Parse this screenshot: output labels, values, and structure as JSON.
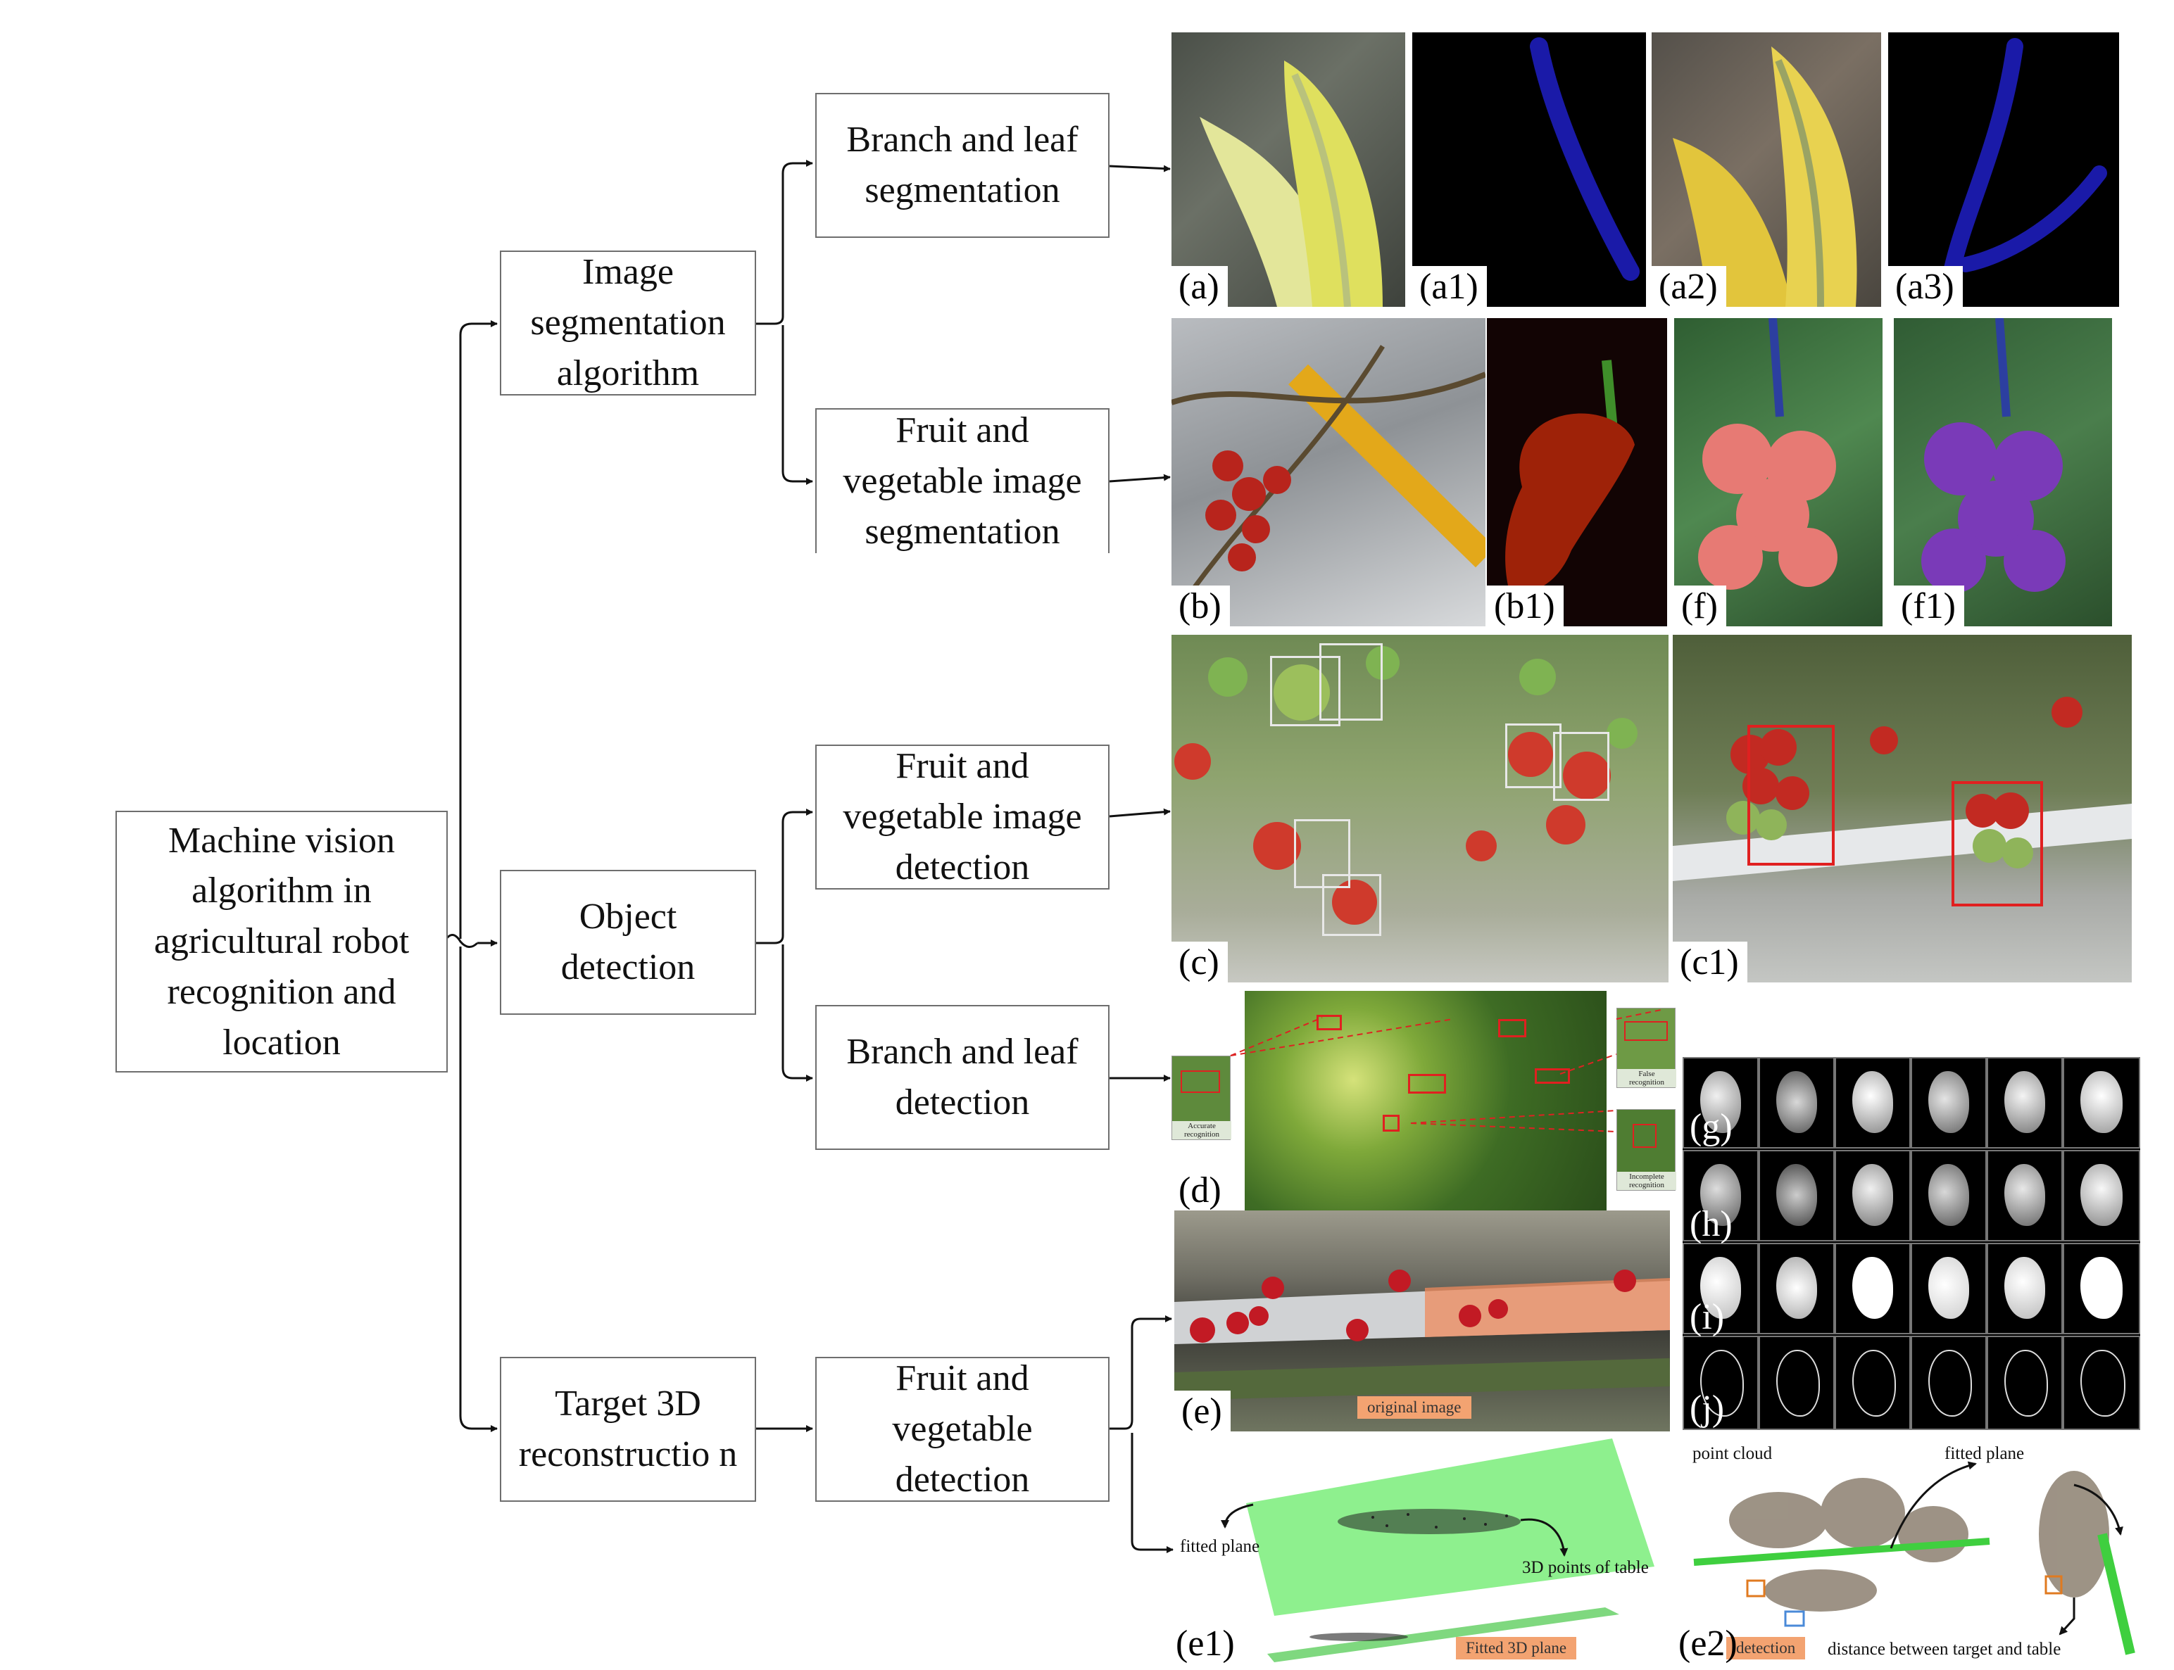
{
  "diagram": {
    "root": "Machine vision algorithm in agricultural robot recognition and location",
    "level1": {
      "segmentation": "Image segmentation algorithm",
      "detection": "Object detection",
      "reconstruction": "Target 3D reconstructio n"
    },
    "level2": {
      "branch_leaf_segmentation": "Branch and leaf segmentation",
      "fruit_veg_segmentation": "Fruit and vegetable image segmentation",
      "fruit_veg_detection": "Fruit and vegetable image detection",
      "branch_leaf_detection": "Branch and leaf detection",
      "fruit_veg_3d_detection": "Fruit and vegetable detection"
    }
  },
  "panels": {
    "a": "(a)",
    "a1": "(a1)",
    "a2": "(a2)",
    "a3": "(a3)",
    "b": "(b)",
    "b1": "(b1)",
    "f": "(f)",
    "f1": "(f1)",
    "c": "(c)",
    "c1": "(c1)",
    "d": "(d)",
    "g": "(g)",
    "h": "(h)",
    "i": "(i)",
    "j": "(j)",
    "e": "(e)",
    "e1": "(e1)",
    "e2": "(e2)"
  },
  "annotations": {
    "accurate": "Accurate recognition",
    "false": "False recognition",
    "incomplete": "Incomplete recognition",
    "original_image": "original image",
    "fitted_plane": "fitted plane",
    "points_of_table": "3D points of table",
    "fitted_3d_plane": "Fitted 3D plane",
    "point_cloud": "point cloud",
    "fitted_plane_2": "fitted plane",
    "detection": "detection",
    "distance": "distance between target and table"
  },
  "colors": {
    "box_border": "#6e6e6e",
    "detection_box": "#e02020",
    "mask_blue": "#1a1aa8",
    "mask_red": "#9e2208",
    "mask_purple": "#7a3ab8",
    "plane_green": "#8ef08e",
    "tag_orange": "#f3a371"
  }
}
